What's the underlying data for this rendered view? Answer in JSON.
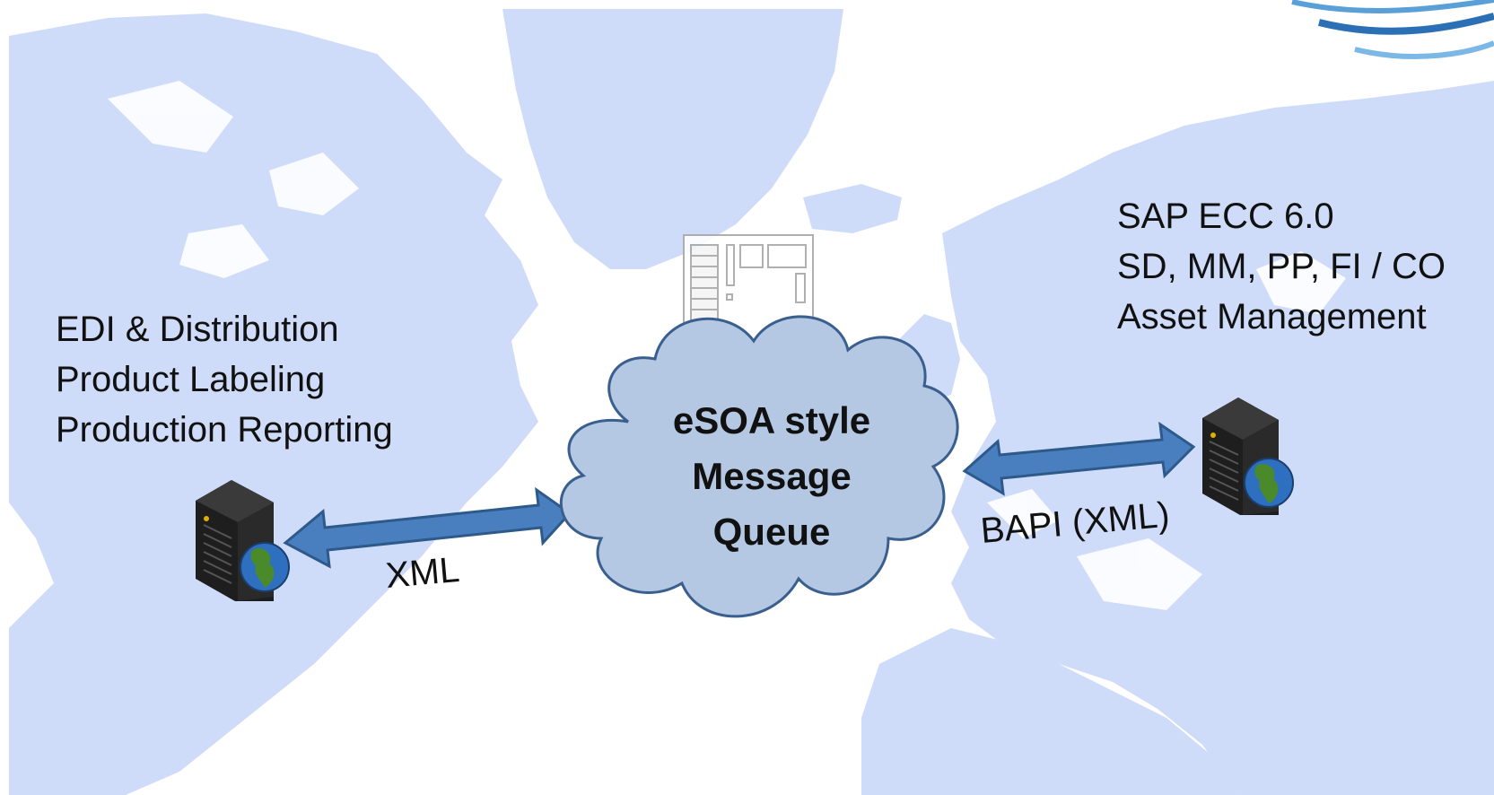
{
  "left_system": {
    "lines": [
      "EDI & Distribution",
      "Product Labeling",
      "Production Reporting"
    ]
  },
  "right_system": {
    "lines": [
      "SAP ECC 6.0",
      "SD, MM, PP, FI / CO",
      "Asset Management"
    ]
  },
  "cloud": {
    "lines": [
      "eSOA style",
      "Message",
      "Queue"
    ]
  },
  "connections": {
    "left_label": "XML",
    "right_label": "BAPI (XML)"
  },
  "colors": {
    "map_land": "#cfdcf9",
    "cloud_fill": "#b4c8e3",
    "cloud_stroke": "#3a5f8f",
    "arrow_fill": "#4a7fbf",
    "arrow_stroke": "#2d5a8a",
    "server_body": "#1e1e1e",
    "globe_ocean": "#2f6fbf",
    "globe_land": "#4a8a2a"
  },
  "icons": {
    "server_left": "server-globe-icon",
    "server_right": "server-globe-icon",
    "circuit_board": "circuit-board-icon",
    "logo_swoosh": "logo-swoosh-icon"
  }
}
